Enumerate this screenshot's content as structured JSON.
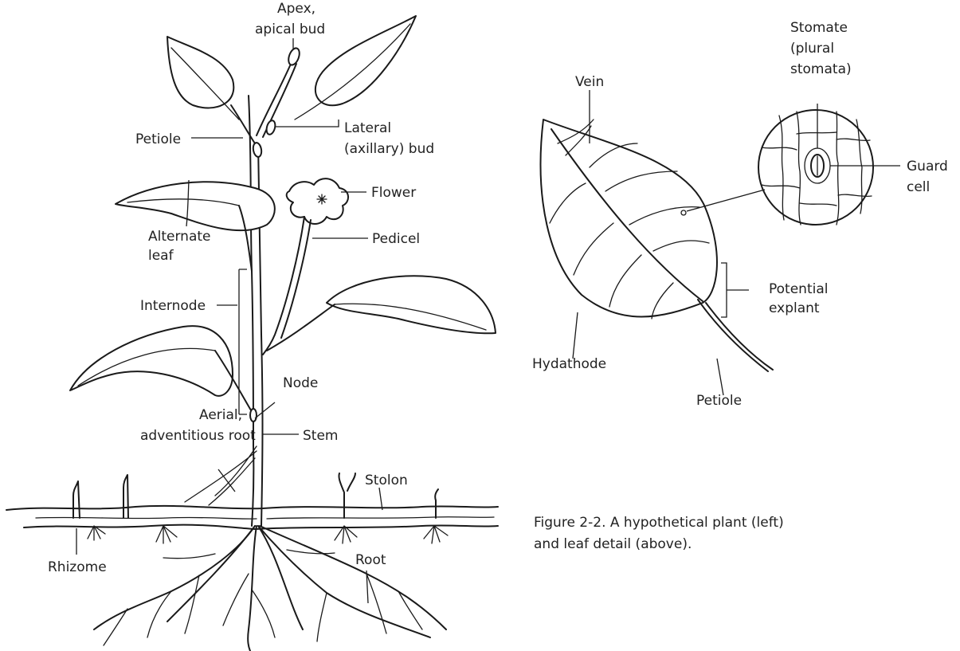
{
  "plant_labels": {
    "apex": [
      "Apex,",
      "apical bud"
    ],
    "petiole": "Petiole",
    "lateral_bud": [
      "Lateral",
      "(axillary) bud"
    ],
    "flower": "Flower",
    "alternate_leaf": [
      "Alternate",
      "leaf"
    ],
    "pedicel": "Pedicel",
    "internode": "Internode",
    "node": "Node",
    "aerial_root": [
      "Aerial,",
      "adventitious root"
    ],
    "stem": "Stem",
    "stolon": "Stolon",
    "rhizome": "Rhizome",
    "root": "Root"
  },
  "leaf_labels": {
    "vein": "Vein",
    "stomate": [
      "Stomate",
      "(plural",
      "stomata)"
    ],
    "guard_cell": [
      "Guard",
      "cell"
    ],
    "potential_explant": [
      "Potential",
      "explant"
    ],
    "hydathode": "Hydathode",
    "petiole": "Petiole"
  },
  "caption": {
    "line1": "Figure 2-2. A hypothetical plant (left)",
    "line2": "and leaf detail (above)."
  }
}
